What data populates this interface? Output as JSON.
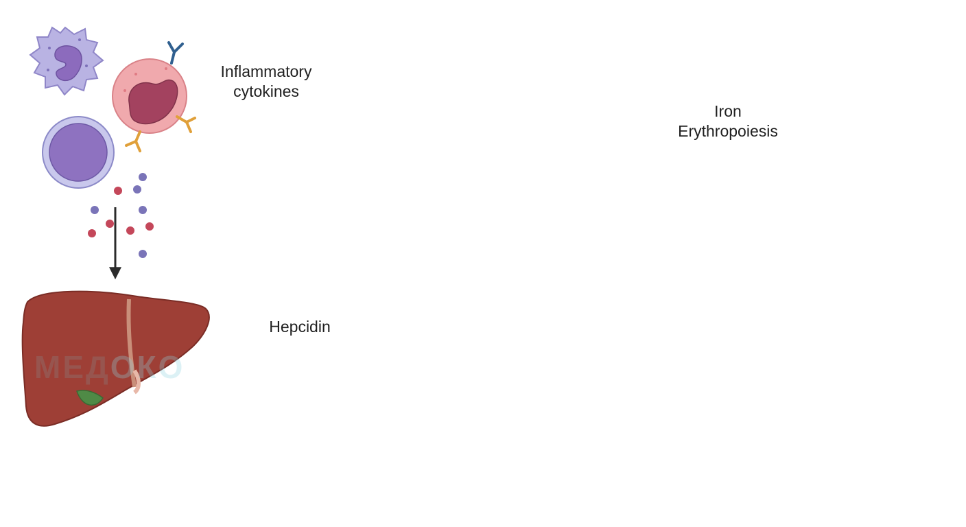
{
  "labels": {
    "cytokines_line1": "Inflammatory",
    "cytokines_line2": "cytokines",
    "hepcidin": "Hepcidin",
    "bone_line1": "Iron",
    "bone_line2": "Erythropoiesis"
  },
  "watermark": {
    "part1": "МЕД",
    "part2": "ОКО"
  },
  "colors": {
    "arrow": "#2b2b2b",
    "iron": "#d9572a",
    "ferroportin": "#4a8fbf",
    "liver": "#9e3f36",
    "blood_vessel": "#d86a6a",
    "red_blood_cell": "#d4252c",
    "macrophage": "#b8b0e0",
    "enterocyte": "#f3c6c4",
    "intestine": "#eeaaa8",
    "bone": "#f1e3c4"
  }
}
